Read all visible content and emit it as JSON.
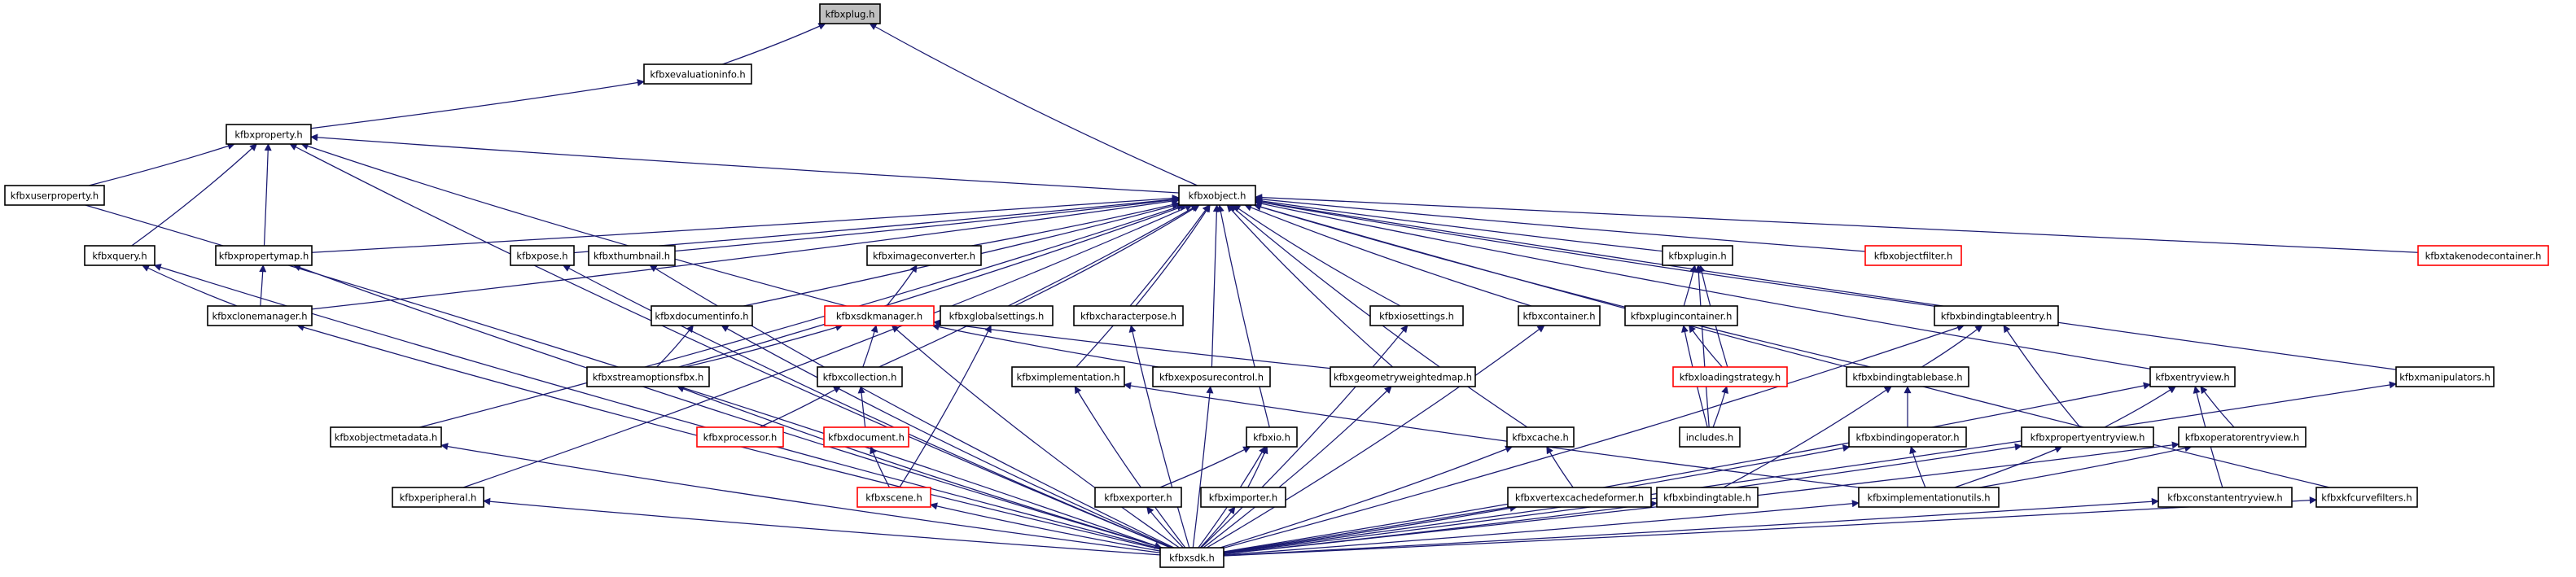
{
  "colors": {
    "edge": "#191970",
    "node_border": "#000000",
    "node_border_incomplete": "#ff0000",
    "node_fill": "#ffffff",
    "root_fill": "#bfbfbf"
  },
  "nodes": [
    {
      "id": "kfbxplug",
      "label": "kfbxplug.h",
      "root": true
    },
    {
      "id": "kfbxevaluationinfo",
      "label": "kfbxevaluationinfo.h"
    },
    {
      "id": "kfbxproperty",
      "label": "kfbxproperty.h"
    },
    {
      "id": "kfbxuserproperty",
      "label": "kfbxuserproperty.h"
    },
    {
      "id": "kfbxobject",
      "label": "kfbxobject.h"
    },
    {
      "id": "kfbxquery",
      "label": "kfbxquery.h"
    },
    {
      "id": "kfbxpropertymap",
      "label": "kfbxpropertymap.h"
    },
    {
      "id": "kfbxpose",
      "label": "kfbxpose.h"
    },
    {
      "id": "kfbxthumbnail",
      "label": "kfbxthumbnail.h"
    },
    {
      "id": "kfbximageconverter",
      "label": "kfbximageconverter.h"
    },
    {
      "id": "kfbxplugin",
      "label": "kfbxplugin.h"
    },
    {
      "id": "kfbxobjectfilter",
      "label": "kfbxobjectfilter.h",
      "incomplete": true
    },
    {
      "id": "kfbxtakenodecontainer",
      "label": "kfbxtakenodecontainer.h",
      "incomplete": true
    },
    {
      "id": "kfbxclonemanager",
      "label": "kfbxclonemanager.h"
    },
    {
      "id": "kfbxdocumentinfo",
      "label": "kfbxdocumentinfo.h"
    },
    {
      "id": "kfbxsdkmanager",
      "label": "kfbxsdkmanager.h",
      "incomplete": true
    },
    {
      "id": "kfbxglobalsettings",
      "label": "kfbxglobalsettings.h"
    },
    {
      "id": "kfbxcharacterpose",
      "label": "kfbxcharacterpose.h"
    },
    {
      "id": "kfbxiosettings",
      "label": "kfbxiosettings.h"
    },
    {
      "id": "kfbxcontainer",
      "label": "kfbxcontainer.h"
    },
    {
      "id": "kfbxplugincontainer",
      "label": "kfbxplugincontainer.h"
    },
    {
      "id": "kfbxbindingtableentry",
      "label": "kfbxbindingtableentry.h"
    },
    {
      "id": "kfbxstreamoptionsfbx",
      "label": "kfbxstreamoptionsfbx.h"
    },
    {
      "id": "kfbxcollection",
      "label": "kfbxcollection.h"
    },
    {
      "id": "kfbximplementation",
      "label": "kfbximplementation.h"
    },
    {
      "id": "kfbxexposurecontrol",
      "label": "kfbxexposurecontrol.h"
    },
    {
      "id": "kfbxgeometryweightedmap",
      "label": "kfbxgeometryweightedmap.h"
    },
    {
      "id": "kfbxloadingstrategy",
      "label": "kfbxloadingstrategy.h",
      "incomplete": true
    },
    {
      "id": "kfbxbindingtablebase",
      "label": "kfbxbindingtablebase.h"
    },
    {
      "id": "kfbxentryview",
      "label": "kfbxentryview.h"
    },
    {
      "id": "kfbxmanipulators",
      "label": "kfbxmanipulators.h"
    },
    {
      "id": "kfbxobjectmetadata",
      "label": "kfbxobjectmetadata.h"
    },
    {
      "id": "kfbxprocessor",
      "label": "kfbxprocessor.h",
      "incomplete": true
    },
    {
      "id": "kfbxdocument",
      "label": "kfbxdocument.h",
      "incomplete": true
    },
    {
      "id": "kfbxio",
      "label": "kfbxio.h"
    },
    {
      "id": "kfbxcache",
      "label": "kfbxcache.h"
    },
    {
      "id": "includes",
      "label": "includes.h"
    },
    {
      "id": "kfbxbindingoperator",
      "label": "kfbxbindingoperator.h"
    },
    {
      "id": "kfbxpropertyentryview",
      "label": "kfbxpropertyentryview.h"
    },
    {
      "id": "kfbxoperatorentryview",
      "label": "kfbxoperatorentryview.h"
    },
    {
      "id": "kfbxperipheral",
      "label": "kfbxperipheral.h"
    },
    {
      "id": "kfbxscene",
      "label": "kfbxscene.h",
      "incomplete": true
    },
    {
      "id": "kfbxexporter",
      "label": "kfbxexporter.h"
    },
    {
      "id": "kfbximporter",
      "label": "kfbximporter.h"
    },
    {
      "id": "kfbxvertexcachedeformer",
      "label": "kfbxvertexcachedeformer.h"
    },
    {
      "id": "kfbxbindingtable",
      "label": "kfbxbindingtable.h"
    },
    {
      "id": "kfbximplementationutils",
      "label": "kfbximplementationutils.h"
    },
    {
      "id": "kfbxconstantentryview",
      "label": "kfbxconstantentryview.h"
    },
    {
      "id": "kfbxkfcurvefilters",
      "label": "kfbxkfcurvefilters.h"
    },
    {
      "id": "kfbxsdk",
      "label": "kfbxsdk.h"
    }
  ],
  "edges": [
    [
      "kfbxevaluationinfo",
      "kfbxplug"
    ],
    [
      "kfbxobject",
      "kfbxplug"
    ],
    [
      "kfbxproperty",
      "kfbxevaluationinfo"
    ],
    [
      "kfbxuserproperty",
      "kfbxproperty"
    ],
    [
      "kfbxquery",
      "kfbxproperty"
    ],
    [
      "kfbxpropertymap",
      "kfbxproperty"
    ],
    [
      "kfbxobject",
      "kfbxproperty"
    ],
    [
      "kfbxsdkmanager",
      "kfbxproperty"
    ],
    [
      "kfbxsdk",
      "kfbxproperty"
    ],
    [
      "kfbxuserproperty",
      "kfbxsdk"
    ],
    [
      "kfbxclonemanager",
      "kfbxquery"
    ],
    [
      "kfbxsdk",
      "kfbxquery"
    ],
    [
      "kfbxclonemanager",
      "kfbxpropertymap"
    ],
    [
      "kfbxsdk",
      "kfbxpropertymap"
    ],
    [
      "kfbxsdk",
      "kfbxclonemanager"
    ],
    [
      "kfbxpropertymap",
      "kfbxobject"
    ],
    [
      "kfbxclonemanager",
      "kfbxobject"
    ],
    [
      "kfbxpose",
      "kfbxobject"
    ],
    [
      "kfbxthumbnail",
      "kfbxobject"
    ],
    [
      "kfbximageconverter",
      "kfbxobject"
    ],
    [
      "kfbxplugin",
      "kfbxobject"
    ],
    [
      "kfbxobjectfilter",
      "kfbxobject"
    ],
    [
      "kfbxtakenodecontainer",
      "kfbxobject"
    ],
    [
      "kfbxdocumentinfo",
      "kfbxobject"
    ],
    [
      "kfbxglobalsettings",
      "kfbxobject"
    ],
    [
      "kfbxcharacterpose",
      "kfbxobject"
    ],
    [
      "kfbxiosettings",
      "kfbxobject"
    ],
    [
      "kfbxcontainer",
      "kfbxobject"
    ],
    [
      "kfbxbindingtableentry",
      "kfbxobject"
    ],
    [
      "kfbxstreamoptionsfbx",
      "kfbxobject"
    ],
    [
      "kfbxcollection",
      "kfbxobject"
    ],
    [
      "kfbximplementation",
      "kfbxobject"
    ],
    [
      "kfbxexposurecontrol",
      "kfbxobject"
    ],
    [
      "kfbxgeometryweightedmap",
      "kfbxobject"
    ],
    [
      "kfbxbindingtablebase",
      "kfbxobject"
    ],
    [
      "kfbxentryview",
      "kfbxobject"
    ],
    [
      "kfbxmanipulators",
      "kfbxobject"
    ],
    [
      "kfbxobjectmetadata",
      "kfbxobject"
    ],
    [
      "kfbxio",
      "kfbxobject"
    ],
    [
      "kfbxcache",
      "kfbxobject"
    ],
    [
      "kfbxperipheral",
      "kfbxobject"
    ],
    [
      "kfbxkfcurvefilters",
      "kfbxobject"
    ],
    [
      "kfbxsdk",
      "kfbxpose"
    ],
    [
      "kfbxsdk",
      "kfbxthumbnail"
    ],
    [
      "kfbxsdkmanager",
      "kfbximageconverter"
    ],
    [
      "kfbxplugincontainer",
      "kfbxplugin"
    ],
    [
      "kfbxloadingstrategy",
      "kfbxplugin"
    ],
    [
      "includes",
      "kfbxplugin"
    ],
    [
      "kfbxstreamoptionsfbx",
      "kfbxdocumentinfo"
    ],
    [
      "kfbxsdk",
      "kfbxdocumentinfo"
    ],
    [
      "kfbxstreamoptionsfbx",
      "kfbxsdkmanager"
    ],
    [
      "kfbxcollection",
      "kfbxsdkmanager"
    ],
    [
      "kfbxexposurecontrol",
      "kfbxsdkmanager"
    ],
    [
      "kfbxgeometryweightedmap",
      "kfbxsdkmanager"
    ],
    [
      "kfbxsdk",
      "kfbxsdkmanager"
    ],
    [
      "kfbxscene",
      "kfbxglobalsettings"
    ],
    [
      "kfbxsdk",
      "kfbxcharacterpose"
    ],
    [
      "kfbxsdk",
      "kfbxiosettings"
    ],
    [
      "kfbxsdk",
      "kfbxcontainer"
    ],
    [
      "kfbxloadingstrategy",
      "kfbxplugincontainer"
    ],
    [
      "includes",
      "kfbxplugincontainer"
    ],
    [
      "includes",
      "kfbxloadingstrategy"
    ],
    [
      "kfbxbindingtablebase",
      "kfbxbindingtableentry"
    ],
    [
      "kfbxpropertyentryview",
      "kfbxbindingtableentry"
    ],
    [
      "kfbxsdk",
      "kfbxbindingtableentry"
    ],
    [
      "kfbxsdk",
      "kfbxstreamoptionsfbx"
    ],
    [
      "kfbxprocessor",
      "kfbxcollection"
    ],
    [
      "kfbxdocument",
      "kfbxcollection"
    ],
    [
      "kfbxscene",
      "kfbxdocument"
    ],
    [
      "kfbxsdk",
      "kfbximplementation"
    ],
    [
      "kfbximplementationutils",
      "kfbximplementation"
    ],
    [
      "kfbxsdk",
      "kfbxexposurecontrol"
    ],
    [
      "kfbxsdk",
      "kfbxgeometryweightedmap"
    ],
    [
      "kfbxbindingtable",
      "kfbxbindingtablebase"
    ],
    [
      "kfbxbindingoperator",
      "kfbxbindingtablebase"
    ],
    [
      "kfbximplementationutils",
      "kfbxbindingoperator"
    ],
    [
      "kfbxsdk",
      "kfbxbindingoperator"
    ],
    [
      "kfbxpropertyentryview",
      "kfbxentryview"
    ],
    [
      "kfbxoperatorentryview",
      "kfbxentryview"
    ],
    [
      "kfbxconstantentryview",
      "kfbxentryview"
    ],
    [
      "kfbxsdk",
      "kfbxentryview"
    ],
    [
      "kfbximplementationutils",
      "kfbxpropertyentryview"
    ],
    [
      "kfbxsdk",
      "kfbxpropertyentryview"
    ],
    [
      "kfbximplementationutils",
      "kfbxoperatorentryview"
    ],
    [
      "kfbxsdk",
      "kfbxoperatorentryview"
    ],
    [
      "kfbxsdk",
      "kfbxmanipulators"
    ],
    [
      "kfbxsdk",
      "kfbxobjectmetadata"
    ],
    [
      "kfbxexporter",
      "kfbxio"
    ],
    [
      "kfbximporter",
      "kfbxio"
    ],
    [
      "kfbxsdk",
      "kfbxio"
    ],
    [
      "kfbxvertexcachedeformer",
      "kfbxcache"
    ],
    [
      "kfbxsdk",
      "kfbxcache"
    ],
    [
      "kfbxsdk",
      "kfbxperipheral"
    ],
    [
      "kfbxsdk",
      "kfbxscene"
    ],
    [
      "kfbxsdk",
      "kfbxexporter"
    ],
    [
      "kfbxsdk",
      "kfbximporter"
    ],
    [
      "kfbxsdk",
      "kfbxvertexcachedeformer"
    ],
    [
      "kfbxsdk",
      "kfbxbindingtable"
    ],
    [
      "kfbxsdk",
      "kfbximplementationutils"
    ],
    [
      "kfbxsdk",
      "kfbxconstantentryview"
    ],
    [
      "kfbxsdk",
      "kfbxkfcurvefilters"
    ]
  ]
}
